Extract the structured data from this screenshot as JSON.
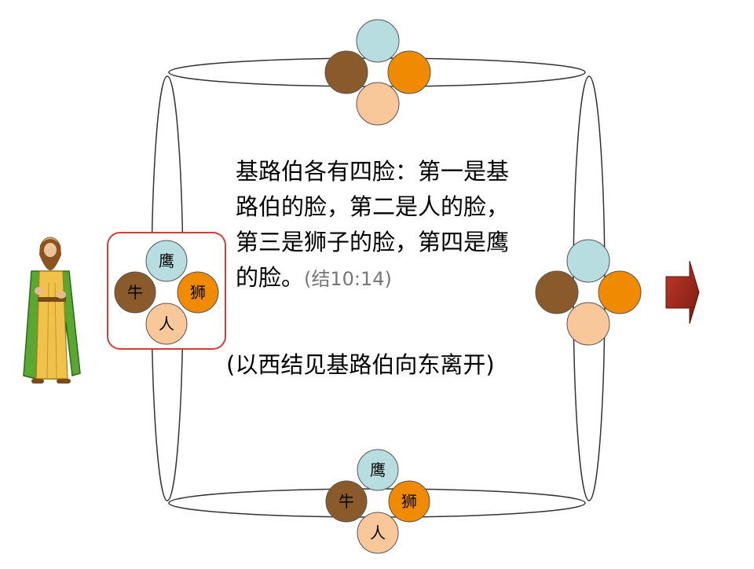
{
  "colors": {
    "eagle": "#b8dde0",
    "ox": "#8b5a2b",
    "lion": "#f08a00",
    "man": "#f9c89a",
    "highlight_box": "#d93a3a",
    "arrow": "#8b1a1a",
    "subtitle": "#333399"
  },
  "faces": {
    "eagle": "鹰",
    "ox": "牛",
    "lion": "狮",
    "man": "人"
  },
  "main_text": {
    "body": "基路伯各有四脸：第一是基路伯的脸，第二是人的脸，第三是狮子的脸，第四是鹰的脸。",
    "reference": "(结10:14)"
  },
  "subtitle": "(以西结见基路伯向东离开)",
  "icons": {
    "prophet": "ezekiel-figure-icon",
    "exit": "arrow-right-icon"
  }
}
